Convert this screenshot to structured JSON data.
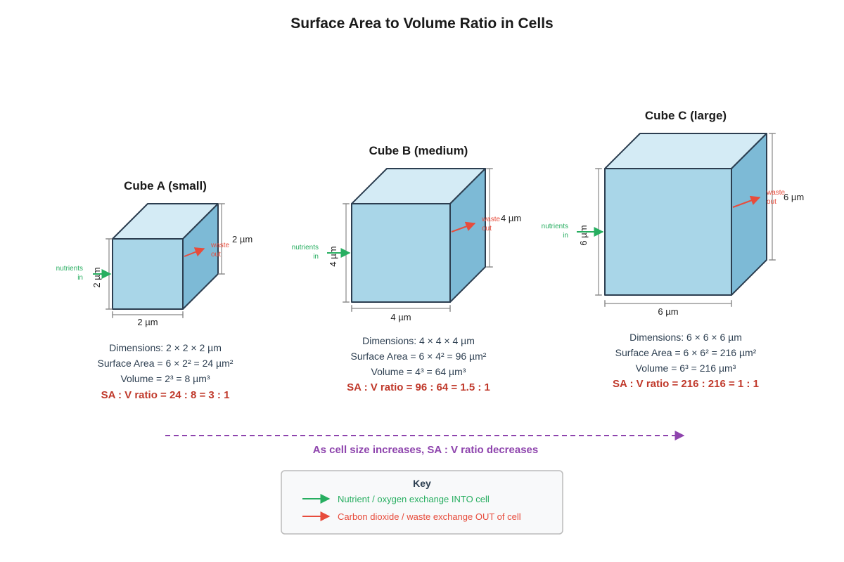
{
  "title": "Surface Area to Volume Ratio in Cells",
  "cubes": [
    {
      "title": "Cube A (small)",
      "side_label": "2 µm",
      "bottom_label": "2 µm",
      "depth_label": "2 µm",
      "nutrients_1": "nutrients",
      "nutrients_2": "in",
      "waste_1": "waste",
      "waste_2": "out",
      "dimensions": "Dimensions: 2 × 2 × 2 µm",
      "surface_area": "Surface Area = 6 × 2² = 24 µm²",
      "volume": "Volume = 2³ = 8 µm³",
      "ratio": "SA : V ratio = 24 : 8 = 3 : 1"
    },
    {
      "title": "Cube B (medium)",
      "side_label": "4 µm",
      "bottom_label": "4 µm",
      "depth_label": "4 µm",
      "nutrients_1": "nutrients",
      "nutrients_2": "in",
      "waste_1": "waste",
      "waste_2": "out",
      "dimensions": "Dimensions: 4 × 4 × 4 µm",
      "surface_area": "Surface Area = 6 × 4² = 96 µm²",
      "volume": "Volume = 4³ = 64 µm³",
      "ratio": "SA : V ratio = 96 : 64 = 1.5 : 1"
    },
    {
      "title": "Cube C (large)",
      "side_label": "6 µm",
      "bottom_label": "6 µm",
      "depth_label": "6 µm",
      "nutrients_1": "nutrients",
      "nutrients_2": "in",
      "waste_1": "waste",
      "waste_2": "out",
      "dimensions": "Dimensions: 6 × 6 × 6 µm",
      "surface_area": "Surface Area = 6 × 6² = 216 µm²",
      "volume": "Volume = 6³ = 216 µm³",
      "ratio": "SA : V ratio = 216 : 216 = 1 : 1"
    }
  ],
  "trend_label": "As cell size increases, SA : V ratio decreases",
  "key": {
    "title": "Key",
    "nutrient_label": "Nutrient / oxygen exchange INTO cell",
    "waste_label": "Carbon dioxide / waste exchange OUT of cell"
  },
  "colors": {
    "front_face": "#a9d6e8",
    "top_face": "#d4ebf5",
    "side_face": "#7dbad6",
    "edge": "#2c3e50",
    "nutrient_arrow": "#27ae60",
    "waste_arrow": "#e74c3c",
    "ratio_text": "#c0392b",
    "trend": "#8e44ad"
  }
}
